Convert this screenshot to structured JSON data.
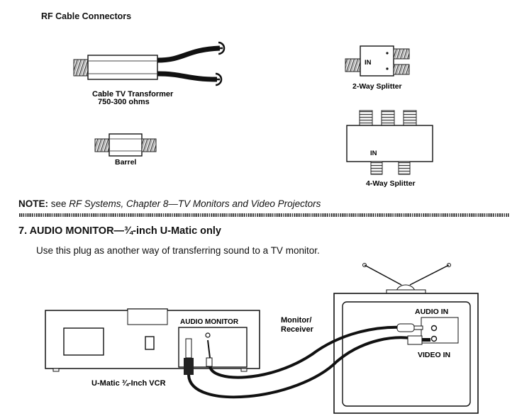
{
  "section_title": "RF Cable Connectors",
  "captions": {
    "transformer_line1": "Cable TV Transformer",
    "transformer_line2": "750-300 ohms",
    "barrel": "Barrel",
    "two_way": "2-Way Splitter",
    "four_way": "4-Way Splitter",
    "in_label": "IN"
  },
  "note": {
    "label": "NOTE:",
    "prefix": " see ",
    "reference": "RF Systems, Chapter 8—TV Monitors and Video Projectors"
  },
  "section7": {
    "heading": "7.  AUDIO MONITOR—¾-inch U-Matic only",
    "body": "Use this plug as another way of transferring sound to a TV monitor."
  },
  "diagram": {
    "audio_monitor_label": "AUDIO MONITOR",
    "vcr_label": "U-Matic ¾-Inch VCR",
    "monitor_receiver_line1": "Monitor/",
    "monitor_receiver_line2": "Receiver",
    "audio_in": "AUDIO IN",
    "video_in": "VIDEO IN"
  }
}
